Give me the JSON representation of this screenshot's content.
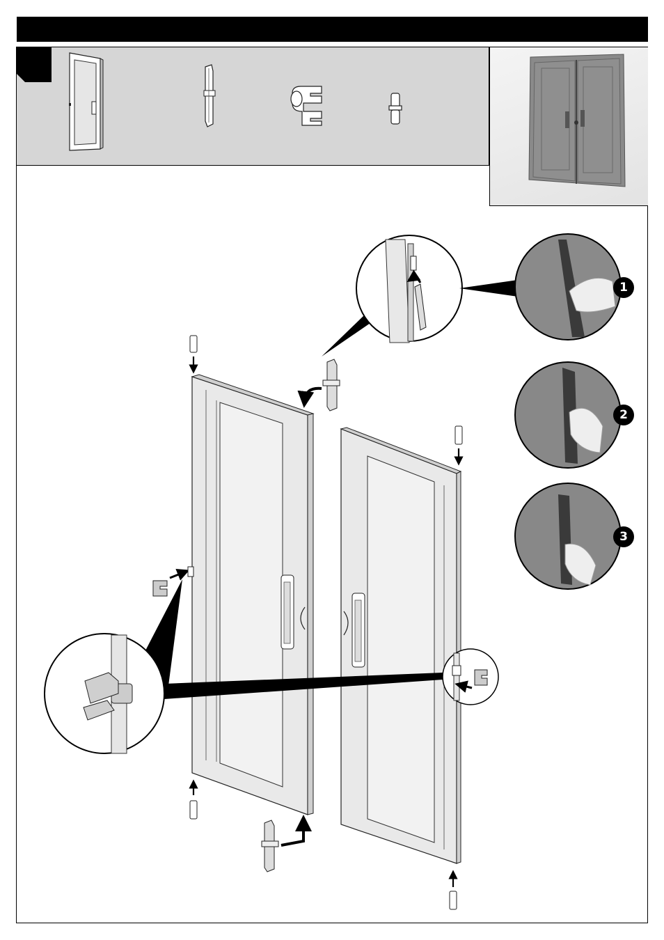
{
  "page": {
    "header_bar": ""
  },
  "parts": [
    {
      "icon": "door-panel-icon"
    },
    {
      "icon": "latch-bar-icon"
    },
    {
      "icon": "hinge-clip-icon"
    },
    {
      "icon": "pivot-pin-icon"
    }
  ],
  "detail_steps": [
    {
      "number": "1",
      "icon": "hand-insert-latch-icon"
    },
    {
      "number": "2",
      "icon": "hand-slide-latch-icon"
    },
    {
      "number": "3",
      "icon": "hand-lock-latch-icon"
    }
  ],
  "colors": {
    "panel_grey": "#d6d6d6",
    "door_grey": "#8a8a8a",
    "badge": "#000000"
  }
}
